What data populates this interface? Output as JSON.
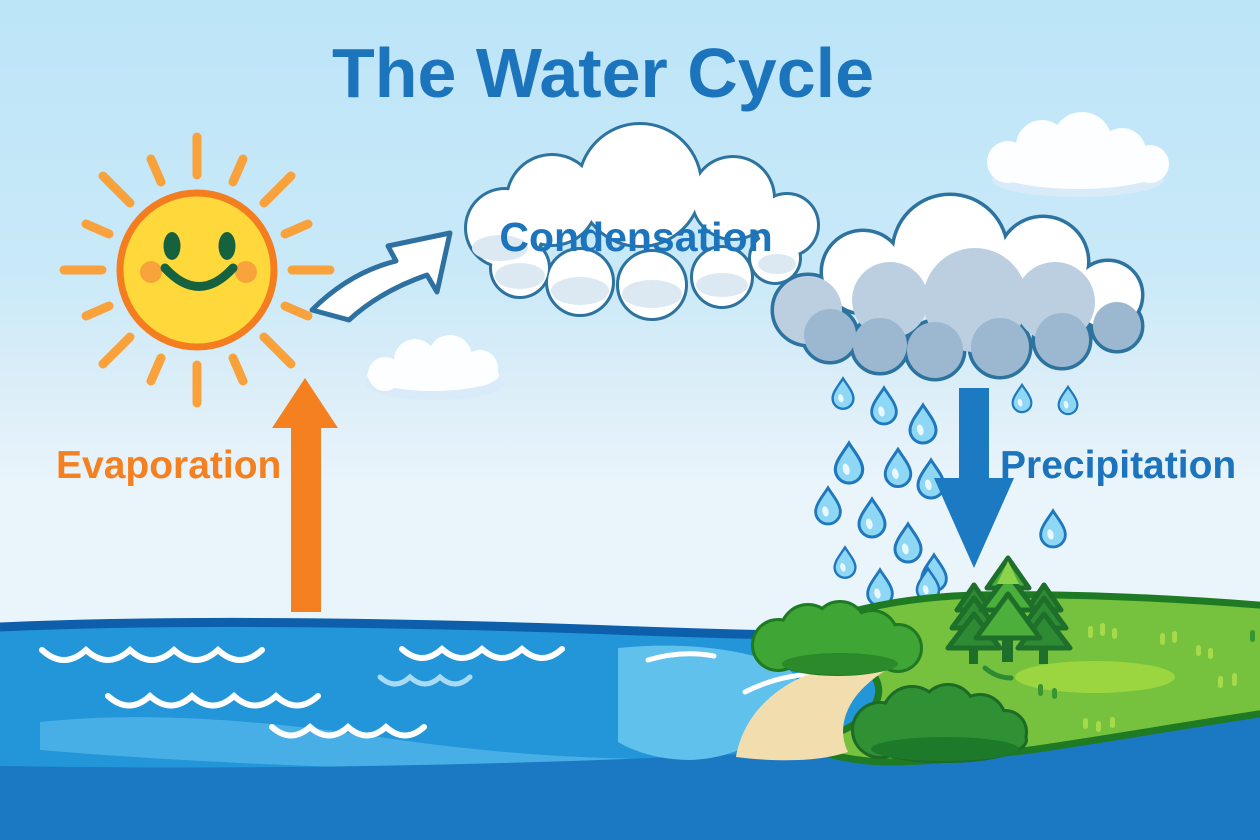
{
  "title": "The Water Cycle",
  "labels": {
    "condensation": "Condensation",
    "evaporation": "Evaporation",
    "precipitation": "Precipitation"
  },
  "colors": {
    "title_text": "#1B74BC",
    "label_blue": "#1B74BC",
    "evaporation_orange": "#F5801F",
    "precipitation_arrow_blue": "#1C7AC3",
    "cloud_outline_blue": "#2D739F",
    "sky_top": "#BCE5F8",
    "sky_horizon": "#E9F4FB",
    "ocean_blue": "#2296D9",
    "ocean_deep_blue": "#1B78C2",
    "sun_yellow": "#FFD93B",
    "sun_outline_orange": "#F47D20",
    "sun_ray_orange": "#F9A13B",
    "raindrop_fill": "#8ED7F5",
    "raindrop_outline": "#1F78BE",
    "land_green": "#76C23F",
    "bush_dark_green": "#2F9134",
    "beach_sand": "#F2DDAE",
    "lagoon_blue": "#5FC1EC"
  }
}
